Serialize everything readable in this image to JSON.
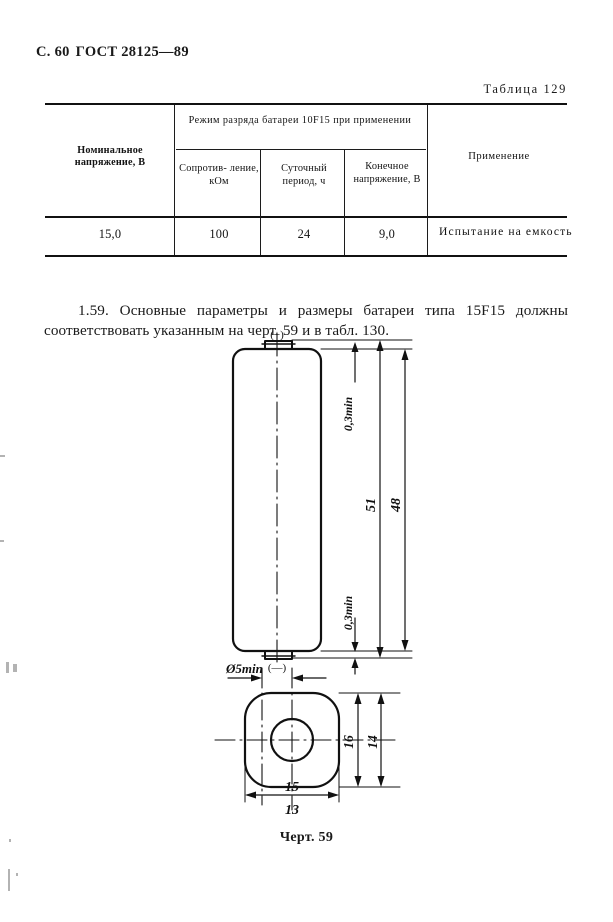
{
  "header": {
    "page_label": "С. 60",
    "standard": "ГОСТ 28125—89",
    "table_caption": "Таблица 129"
  },
  "table": {
    "headers": {
      "nominal_voltage": "Номинальное напряжение, В",
      "discharge_mode_span": "Режим разряда батареи 10F15 при применении",
      "resistance": "Сопротив- ление, кОм",
      "daily_period": "Суточный период, ч",
      "final_voltage": "Конечное напряжение, В",
      "application": "Применение"
    },
    "rows": [
      {
        "nominal_voltage": "15,0",
        "resistance": "100",
        "daily_period": "24",
        "final_voltage": "9,0",
        "application": "Испытание на емкость"
      }
    ]
  },
  "paragraph": {
    "text": "1.59. Основные параметры и размеры батареи типа 15F15 должны соответствовать указанным на черт. 59 и в табл. 130."
  },
  "figure": {
    "caption": "Черт. 59",
    "side_view": {
      "positive_terminal": "(+)",
      "negative_terminal": "(—)",
      "top_thickness": "0,3min",
      "bottom_thickness": "0,3min",
      "overall_height": "51",
      "body_height": "48"
    },
    "section_view": {
      "hole_diameter": "Ø5min",
      "height_outer": "16",
      "height_inner": "14",
      "width_outer": "15",
      "width_inner": "13"
    }
  },
  "colors": {
    "ink": "#111111",
    "paper": "#ffffff"
  }
}
